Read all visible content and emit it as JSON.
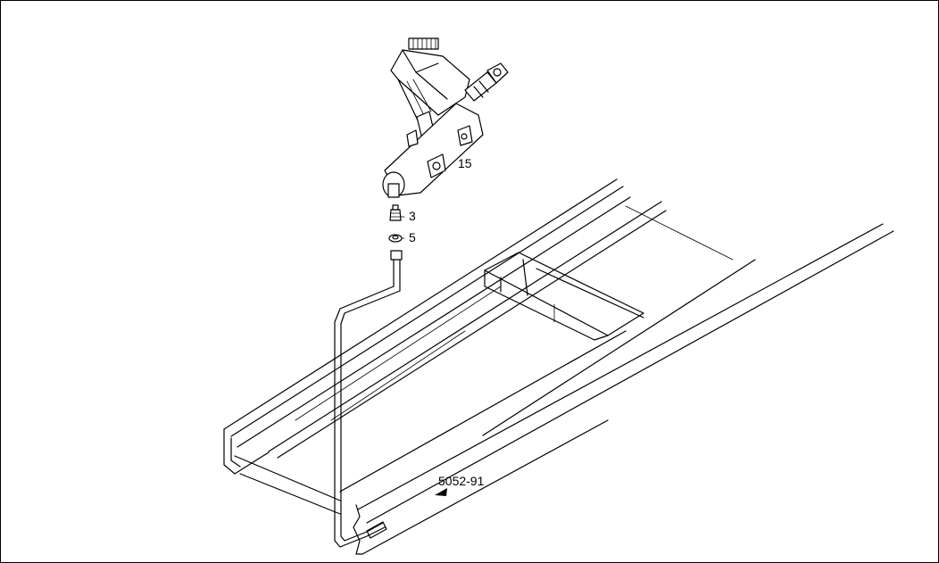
{
  "diagram": {
    "callouts": [
      {
        "id": "part-15",
        "text": "15"
      },
      {
        "id": "part-3",
        "text": "3"
      },
      {
        "id": "part-5",
        "text": "5"
      }
    ],
    "reference_code": "5052-91"
  }
}
